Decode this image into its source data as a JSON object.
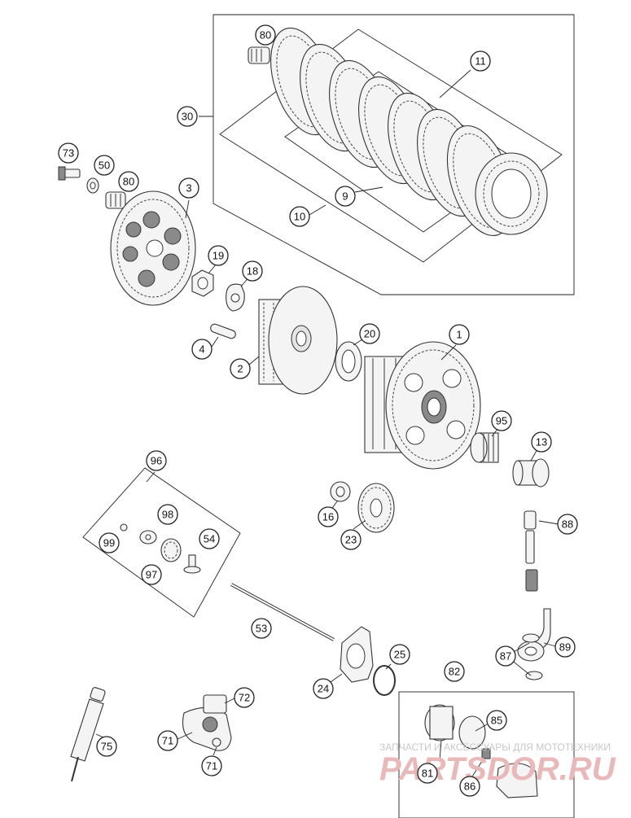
{
  "callouts": [
    {
      "id": "c80a",
      "label": "80"
    },
    {
      "id": "c11",
      "label": "11"
    },
    {
      "id": "c30",
      "label": "30"
    },
    {
      "id": "c9",
      "label": "9"
    },
    {
      "id": "c10",
      "label": "10"
    },
    {
      "id": "c73",
      "label": "73"
    },
    {
      "id": "c50",
      "label": "50"
    },
    {
      "id": "c80b",
      "label": "80"
    },
    {
      "id": "c3",
      "label": "3"
    },
    {
      "id": "c19",
      "label": "19"
    },
    {
      "id": "c18",
      "label": "18"
    },
    {
      "id": "c20",
      "label": "20"
    },
    {
      "id": "c1",
      "label": "1"
    },
    {
      "id": "c4",
      "label": "4"
    },
    {
      "id": "c2",
      "label": "2"
    },
    {
      "id": "c95",
      "label": "95"
    },
    {
      "id": "c13",
      "label": "13"
    },
    {
      "id": "c96",
      "label": "96"
    },
    {
      "id": "c98",
      "label": "98"
    },
    {
      "id": "c99",
      "label": "99"
    },
    {
      "id": "c54",
      "label": "54"
    },
    {
      "id": "c97",
      "label": "97"
    },
    {
      "id": "c16",
      "label": "16"
    },
    {
      "id": "c23",
      "label": "23"
    },
    {
      "id": "c88",
      "label": "88"
    },
    {
      "id": "c53",
      "label": "53"
    },
    {
      "id": "c25",
      "label": "25"
    },
    {
      "id": "c24",
      "label": "24"
    },
    {
      "id": "c89",
      "label": "89"
    },
    {
      "id": "c87",
      "label": "87"
    },
    {
      "id": "c82",
      "label": "82"
    },
    {
      "id": "c72",
      "label": "72"
    },
    {
      "id": "c85",
      "label": "85"
    },
    {
      "id": "c75",
      "label": "75"
    },
    {
      "id": "c71a",
      "label": "71"
    },
    {
      "id": "c71b",
      "label": "71"
    },
    {
      "id": "c81",
      "label": "81"
    },
    {
      "id": "c86",
      "label": "86"
    }
  ],
  "watermark": {
    "tagline": "ЗАПЧАСТИ И АКСЕССУАРЫ ДЛЯ МОТОТЕХНИКИ",
    "brand": "PARTSDOR.RU"
  },
  "colors": {
    "line": "#222222",
    "watermark": "#e9b9b9"
  }
}
